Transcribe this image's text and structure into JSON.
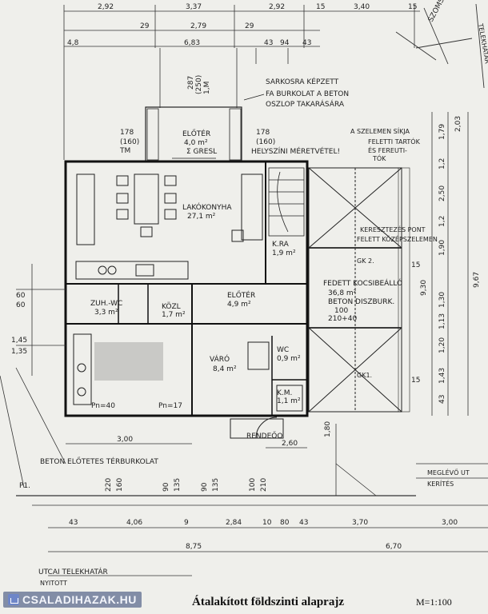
{
  "top_dims": [
    "2,92",
    "3,37",
    "2,92",
    "15",
    "3,40",
    "15"
  ],
  "sub_dims": [
    "29",
    "2,79",
    "29",
    "6,83",
    "43",
    "94",
    "43",
    "4,8"
  ],
  "right_dims": [
    "2,03",
    "1,79",
    "1,2",
    "2,50",
    "1,2",
    "1,90",
    "9,67",
    "15",
    "9,30",
    "1,30",
    "1,13",
    "1,20",
    "1,43",
    "15",
    "43"
  ],
  "left_dims": [
    "60",
    "60",
    "1,45",
    "1,35"
  ],
  "bottom_dims_row1": [
    "3,00",
    "2,60",
    "1,80"
  ],
  "bottom_dims_row2": [
    "220",
    "160",
    "90",
    "135",
    "90",
    "135",
    "100",
    "210"
  ],
  "bottom_dims_row3": [
    "43",
    "4,06",
    "9",
    "2,84",
    "10",
    "80",
    "43",
    "3,70",
    "3,00"
  ],
  "bottom_dims_row4": [
    "8,75",
    "6,70"
  ],
  "annotations": {
    "sarkosra": "SARKOSRA KÉPZETT",
    "fa_burkolat": "FA BURKOLAT A BETON",
    "oszlop": "OSZLOP TAKARÁSÁRA",
    "szelemen": "A SZELEMEN SÍKJA",
    "feleti": "FELETTI TARTÓK",
    "es_fereuti": "ÉS FEREUTI-",
    "tok": "TÓK",
    "keresztezes": "KERESZTEZÉS PONT",
    "felett_kozepszelemen": "FELETT KÖZÉPSZELEMEN",
    "helyszini": "HELYSZÍNI MÉRETVÉTEL!",
    "beton_elotetes": "BETON ELŐTETES TÉRBURKOLAT",
    "meglevo": "MEGLÉVŐ UT",
    "kerites": "KERÍTÉS",
    "utcai": "UTCAI TELEKHATÁR",
    "nyitott": "NYITOTT",
    "telekhatar": "TELEKHATÁR",
    "szomszed": "SZOMSZÉD",
    "p1": "P1.",
    "rendeco": "RENDEŐO",
    "gk2": "GK 2.",
    "gk1": "GK1.",
    "kot_250": "(250)",
    "kot_287": "287",
    "kot_1m": "1,M",
    "s160_left": "(160)",
    "tm": "TM",
    "n178_left": "178",
    "n178_right": "178",
    "n160_right": "(160)",
    "e_gresl": "Σ GRESL",
    "p40": "Pn=40",
    "p17": "Pn=17",
    "n210_40": "210+40",
    "n100": "100"
  },
  "rooms": {
    "eloter_top": {
      "name": "ELŐTÉR",
      "area": "4,0 m²"
    },
    "nappali": {
      "name": "LAKÓKONYHA",
      "area": "27,1 m²"
    },
    "kamra": {
      "name": "K.RA",
      "area": "1,9 m²"
    },
    "furdo": {
      "name": "ZUH.-WC",
      "area": "3,3 m²"
    },
    "kozl": {
      "name": "KÖZL",
      "area": "1,7 m²"
    },
    "eloter_mid": {
      "name": "ELŐTÉR",
      "area": "4,9 m²"
    },
    "kocsibeallo": {
      "name": "FEDETT KOCSIBEÁLLÓ",
      "area": "36,8 m²",
      "sub": "BETON DISZBURK."
    },
    "varo": {
      "name": "VÁRÓ",
      "area": "8,4 m²"
    },
    "wc": {
      "name": "WC",
      "area": "0,9 m²"
    },
    "km": {
      "name": "K.M.",
      "area": "1,1 m²"
    },
    "wc_label": {
      "name": "K.M",
      "area": "1,1 m²"
    }
  },
  "footer": {
    "logo": "CSALADIHAZAK.HU",
    "title": "Átalakított földszinti alaprajz",
    "scale": "M=1:100"
  },
  "colors": {
    "ink": "#222222",
    "paper": "#efefeb",
    "accent": "#b03030"
  }
}
